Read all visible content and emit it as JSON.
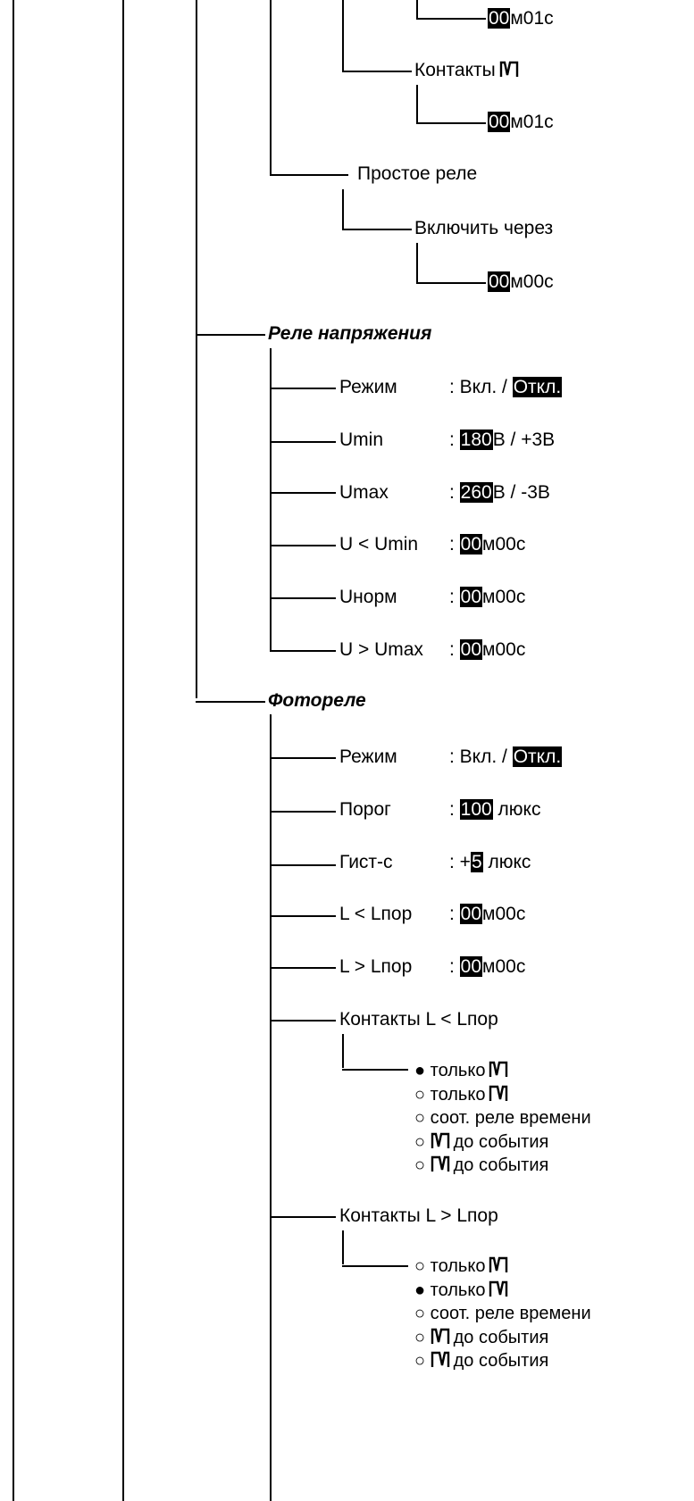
{
  "top": {
    "t1_value": {
      "hi": "00",
      "rest": "м01с"
    },
    "contacts_label": "Контакты",
    "contacts_icon": "relay-open-icon",
    "t2_value": {
      "hi": "00",
      "rest": "м01с"
    },
    "simple_relay": "Простое реле",
    "turn_on_after": "Включить через",
    "t3_value": {
      "hi": "00",
      "rest": "м00с"
    }
  },
  "voltage_relay": {
    "title": "Реле напряжения",
    "rows": [
      {
        "label": "Режим",
        "colon": ":",
        "pre": "Вкл. / ",
        "hi": "Откл.",
        "post": ""
      },
      {
        "label": "Umin",
        "colon": ":",
        "pre": "",
        "hi": "180",
        "post": "В / +3В"
      },
      {
        "label": "Umax",
        "colon": ":",
        "pre": "",
        "hi": "260",
        "post": "В / -3В"
      },
      {
        "label": "U < Umin",
        "colon": ":",
        "pre": "",
        "hi": "00",
        "post": "м00с"
      },
      {
        "label": "Uнорм",
        "colon": ":",
        "pre": "",
        "hi": "00",
        "post": "м00с"
      },
      {
        "label": "U > Umax",
        "colon": ":",
        "pre": "",
        "hi": "00",
        "post": "м00с"
      }
    ]
  },
  "photo_relay": {
    "title": "Фотореле",
    "rows": [
      {
        "label": "Режим",
        "colon": ":",
        "pre": "Вкл. / ",
        "hi": "Откл.",
        "post": ""
      },
      {
        "label": "Порог",
        "colon": ":",
        "pre": "",
        "hi": "100",
        "post": " люкс"
      },
      {
        "label": "Гист-с",
        "colon": ":",
        "pre": "+",
        "hi": "5",
        "post": " люкс"
      },
      {
        "label": "L < Lпор",
        "colon": ":",
        "pre": "",
        "hi": "00",
        "post": "м00с"
      },
      {
        "label": "L > Lпор",
        "colon": ":",
        "pre": "",
        "hi": "00",
        "post": "м00с"
      }
    ],
    "contacts_low": {
      "label": "Контакты L < Lпор",
      "options": [
        {
          "bullet": "●",
          "text": "только",
          "icon": "relay-open-icon",
          "icon_first": false,
          "selected": true
        },
        {
          "bullet": "○",
          "text": "только",
          "icon": "relay-closed-icon",
          "icon_first": false,
          "selected": false
        },
        {
          "bullet": "○",
          "text": "соот. реле времени",
          "icon": "",
          "icon_first": false,
          "selected": false
        },
        {
          "bullet": "○",
          "text": "до события",
          "icon": "relay-open-icon",
          "icon_first": true,
          "selected": false
        },
        {
          "bullet": "○",
          "text": "до события",
          "icon": "relay-closed-icon",
          "icon_first": true,
          "selected": false
        }
      ]
    },
    "contacts_high": {
      "label": "Контакты L > Lпор",
      "options": [
        {
          "bullet": "○",
          "text": "только",
          "icon": "relay-open-icon",
          "icon_first": false,
          "selected": false
        },
        {
          "bullet": "●",
          "text": "только",
          "icon": "relay-closed-icon",
          "icon_first": false,
          "selected": true
        },
        {
          "bullet": "○",
          "text": "соот. реле времени",
          "icon": "",
          "icon_first": false,
          "selected": false
        },
        {
          "bullet": "○",
          "text": "до события",
          "icon": "relay-open-icon",
          "icon_first": true,
          "selected": false
        },
        {
          "bullet": "○",
          "text": "до события",
          "icon": "relay-closed-icon",
          "icon_first": true,
          "selected": false
        }
      ]
    }
  }
}
